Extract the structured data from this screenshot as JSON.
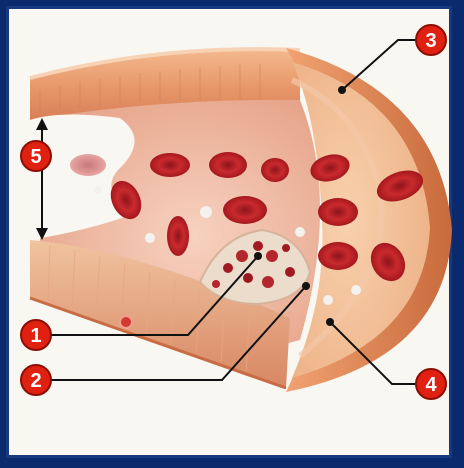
{
  "diagram": {
    "markers": [
      {
        "id": "1",
        "label": "1"
      },
      {
        "id": "2",
        "label": "2"
      },
      {
        "id": "3",
        "label": "3"
      },
      {
        "id": "4",
        "label": "4"
      },
      {
        "id": "5",
        "label": "5"
      }
    ],
    "colors": {
      "frame_border": "#0b2a6e",
      "background": "#f9f7f2",
      "marker_fill": "#e02010",
      "marker_outline": "#8c0e06",
      "vessel_wall": "#e9a27a",
      "vessel_lumen": "#f2c0a8",
      "red_cell": "#c0242a",
      "plaque": "#ead9c9"
    }
  }
}
